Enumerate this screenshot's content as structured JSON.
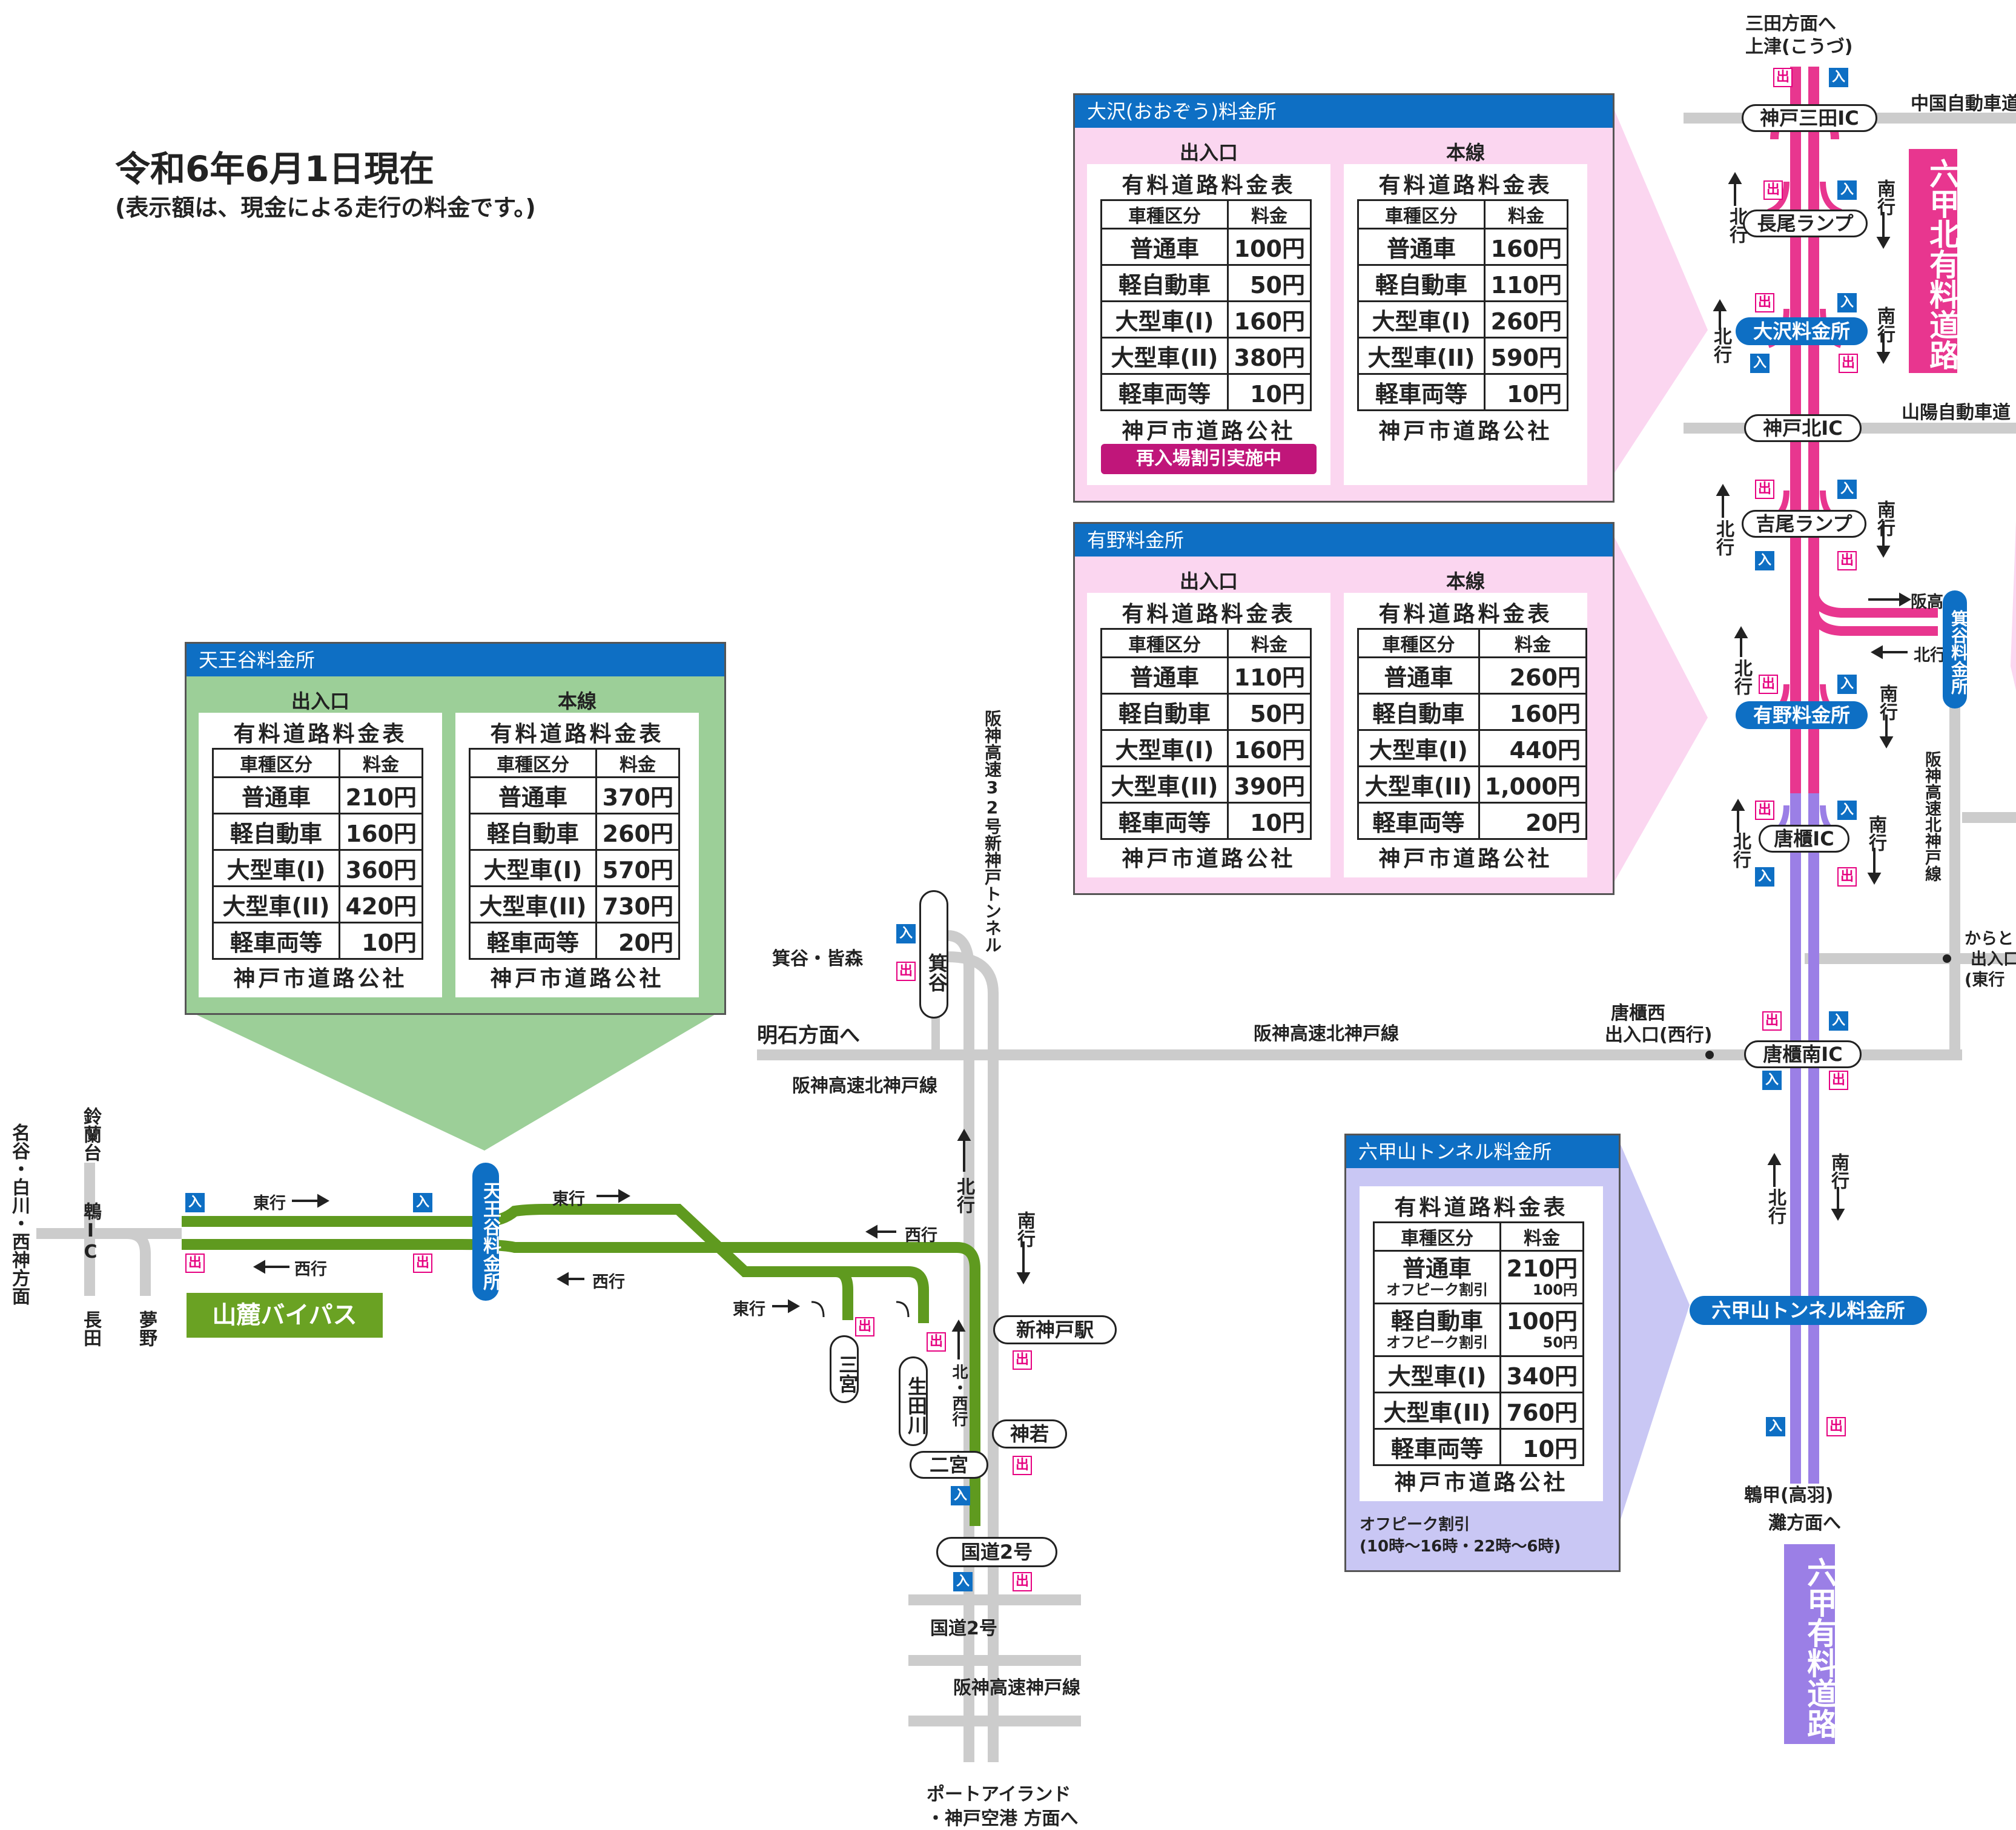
{
  "header": {
    "date": "令和6年6月1日現在",
    "note": "(表示額は、現金による走行の料金です。)"
  },
  "colors": {
    "hokushin": "#e8368f",
    "rokko": "#9b7fe6",
    "bypass": "#5f9a1f",
    "grey_road": "#cccccc",
    "panel_blue": "#0e6fc4",
    "in_badge": "#0e6fc4",
    "out_badge": "#e60080"
  },
  "sheet_common": {
    "title": "有料道路料金表",
    "col_vehicle": "車種区分",
    "col_fee": "料金",
    "company": "神戸市道路公社"
  },
  "col_labels": {
    "entrance": "出入口",
    "mainline": "本線"
  },
  "badges": {
    "in": "入",
    "out": "出"
  },
  "vehicles": [
    "普通車",
    "軽自動車",
    "大型車(I)",
    "大型車(II)",
    "軽車両等"
  ],
  "panels": {
    "osawa": {
      "title": "大沢(おおぞう)料金所",
      "entrance_fees": [
        "100円",
        "50円",
        "160円",
        "380円",
        "10円"
      ],
      "main_fees": [
        "160円",
        "110円",
        "260円",
        "590円",
        "10円"
      ],
      "discount": "再入場割引実施中"
    },
    "arino": {
      "title": "有野料金所",
      "entrance_fees": [
        "110円",
        "50円",
        "160円",
        "390円",
        "10円"
      ],
      "main_fees": [
        "260円",
        "160円",
        "440円",
        "1,000円",
        "20円"
      ]
    },
    "tennoudani": {
      "title": "天王谷料金所",
      "entrance_fees": [
        "210円",
        "160円",
        "360円",
        "420円",
        "10円"
      ],
      "main_fees": [
        "370円",
        "260円",
        "570円",
        "730円",
        "20円"
      ]
    },
    "rokkoyama": {
      "title": "六甲山トンネル料金所",
      "offpeak_label": "オフピーク割引",
      "fees": [
        "210円",
        "100円",
        "340円",
        "760円",
        "10円"
      ],
      "offpeak_fees": [
        "100円",
        "50円"
      ],
      "note1": "オフピーク割引",
      "note2": "(10時〜16時・22時〜6時)"
    }
  },
  "roads": {
    "hokushin": "六甲北有料道路",
    "rokko": "六甲有料道路",
    "bypass": "山麓バイパス"
  },
  "places": {
    "top_dest1": "三田方面へ",
    "top_dest2": "上津(こうづ)",
    "kobe_sanda_ic": "神戸三田IC",
    "chugoku": "中国自動車道",
    "nagao": "長尾ランプ",
    "osawa_tg": "大沢料金所",
    "kobe_kita_ic": "神戸北IC",
    "sanyo": "山陽自動車道",
    "yoshio": "吉尾ランプ",
    "hanko": "阪高",
    "kitayuki_arrow": "北行",
    "minowa_tg": "箕谷料金所",
    "arino_tg": "有野料金所",
    "hanshin_kitakobe_v": "阪神高速北神戸線",
    "karato_ic": "唐櫃IC",
    "karato_partial1": "からと",
    "karato_partial2": "出入口",
    "karato_partial3": "(東行",
    "karato_west1": "唐櫃西",
    "karato_west2": "出入口(西行)",
    "karato_minami_ic": "唐櫃南IC",
    "rokkoyama_tg": "六甲山トンネル料金所",
    "tsurukabuto1": "鵯甲(高羽)",
    "tsurukabuto2": "灘方面へ",
    "north": "北行",
    "south": "南行",
    "hanshin_kitakobe": "阪神高速北神戸線",
    "akashi": "明石方面へ",
    "shinkobe_tunnel": "阪神高速32号新神戸トンネル",
    "minotani_mibu": "箕谷・皆森",
    "minotani": "箕谷",
    "east": "東行",
    "west": "西行",
    "kitaseiko": "北・西行",
    "tennoudani_tg": "天王谷料金所",
    "sannomiya": "三宮",
    "ikutagawa": "生田川",
    "ninomiya": "二宮",
    "shinkobe_st": "新神戸駅",
    "kamiwaka": "神若",
    "kokudo2": "国道2号",
    "kokudo2_road": "国道2号",
    "hanshin_kobe": "阪神高速神戸線",
    "port1": "ポートアイランド",
    "port2": "・神戸空港 方面へ",
    "suzurandai": "鈴蘭台",
    "tsurukabuto_ic": "鵯IC",
    "nagata": "長田",
    "yumeno": "夢野",
    "west_dirs": "名谷・白川・西神方面"
  }
}
